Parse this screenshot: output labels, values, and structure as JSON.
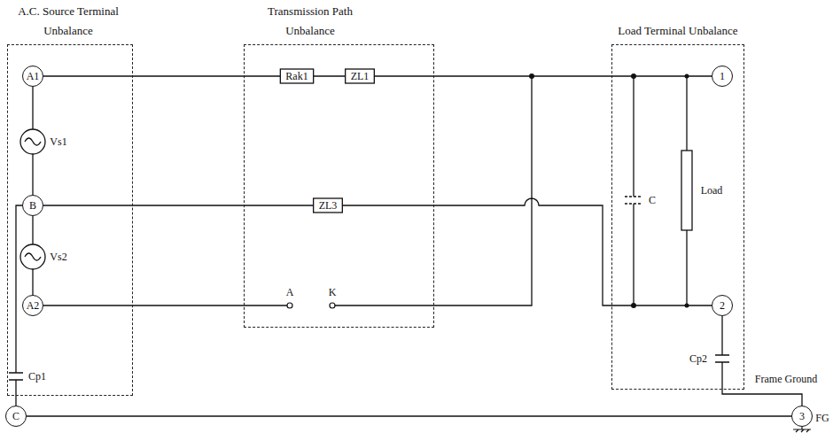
{
  "diagram": {
    "nodes": [
      {
        "text": [
          "A.C. Source Terminal Unbalance"
        ]
      },
      {
        "text": [
          "A1"
        ],
        "in": 0
      },
      {
        "text": [
          "B"
        ],
        "in": 0
      },
      {
        "text": [
          "A2"
        ],
        "in": 0
      },
      {
        "text": [
          "Transmission Path Unbalance"
        ]
      },
      {
        "text": [
          "Load Terminal Unbalance"
        ]
      },
      {
        "text": [
          "1"
        ],
        "in": 5
      },
      {
        "text": [
          "2"
        ],
        "in": 5
      },
      {
        "text": [
          "C"
        ]
      },
      {
        "text": [
          "3"
        ]
      }
    ],
    "edges": [
      {
        "from": 1,
        "to": 6,
        "arrow": "none"
      },
      {
        "from": 2,
        "to": 7,
        "arrow": "none"
      },
      {
        "from": 1,
        "to": 2,
        "arrow": "none"
      },
      {
        "from": 2,
        "to": 3,
        "arrow": "none"
      },
      {
        "from": 2,
        "to": 8,
        "arrow": "none"
      },
      {
        "from": 7,
        "to": 9,
        "arrow": "none"
      },
      {
        "from": 8,
        "to": 9,
        "arrow": "none"
      }
    ],
    "labels": [
      "Vs1",
      "Vs2",
      "Cp1",
      "Rak1",
      "ZL1",
      "ZL3",
      "A",
      "K",
      "C",
      "Load",
      "Cp2",
      "Frame Ground",
      "FG"
    ]
  }
}
